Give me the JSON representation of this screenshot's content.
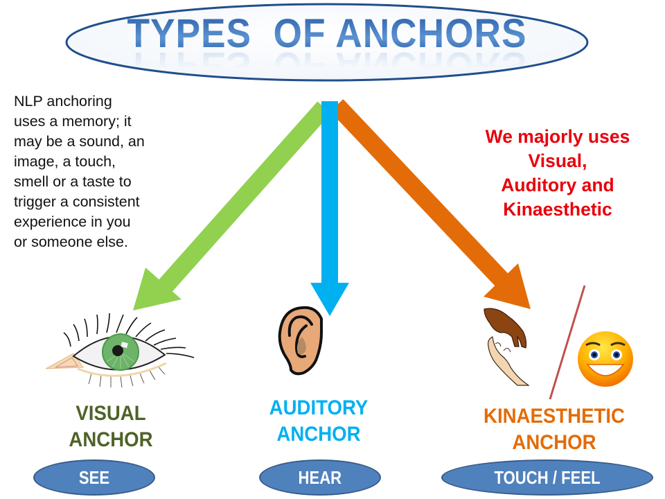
{
  "title": {
    "text": "TYPES  OF ANCHORS",
    "color": "#3d74b8"
  },
  "description": {
    "lines": [
      "NLP anchoring",
      "uses a memory; it",
      "may be a sound, an",
      "image, a touch,",
      "smell or a taste to",
      "trigger a consistent",
      "experience in you",
      "or someone else."
    ]
  },
  "note": {
    "lines": [
      "We majorly uses",
      "Visual,",
      "Auditory and",
      "Kinaesthetic"
    ],
    "color": "#e8000b"
  },
  "arrows": [
    {
      "name": "visual",
      "color": "#92d050"
    },
    {
      "name": "auditory",
      "color": "#00b0f0"
    },
    {
      "name": "kinaesthetic",
      "color": "#e36c09"
    }
  ],
  "anchors": [
    {
      "id": "visual",
      "icon": "eye-icon",
      "label_lines": [
        "VISUAL",
        "ANCHOR"
      ],
      "label_color": "#4f6228",
      "sense": "SEE"
    },
    {
      "id": "auditory",
      "icon": "ear-icon",
      "label_lines": [
        "AUDITORY",
        "ANCHOR"
      ],
      "label_color": "#00b0f0",
      "sense": "HEAR"
    },
    {
      "id": "kinaesthetic",
      "icon": "hands-touch-icon",
      "icon2": "smiley-face-icon",
      "label_lines": [
        "KINAESTHETIC",
        "ANCHOR"
      ],
      "label_color": "#e36c09",
      "sense": "TOUCH / FEEL"
    }
  ],
  "pill_color": "#4f81bd"
}
